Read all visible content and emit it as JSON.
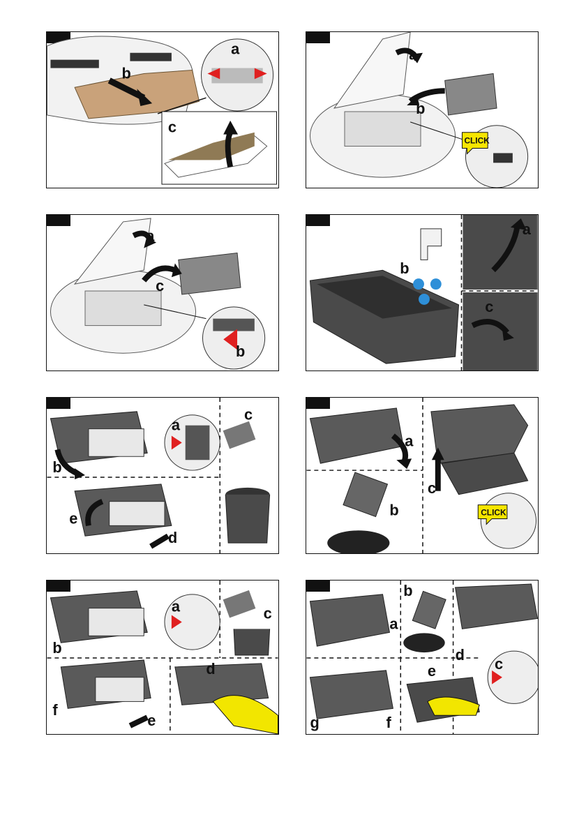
{
  "labels": {
    "a": "a",
    "b": "b",
    "c": "c",
    "d": "d",
    "e": "e",
    "f": "f",
    "g": "g"
  },
  "click_text": "CLICK",
  "colors": {
    "mop": "#c9a27a",
    "arrow_red": "#e02020",
    "click_yellow": "#f7e600",
    "water_blue": "#2e8fd8",
    "cloth_yellow": "#f2e600",
    "tank_gray": "#4a4a4a"
  }
}
